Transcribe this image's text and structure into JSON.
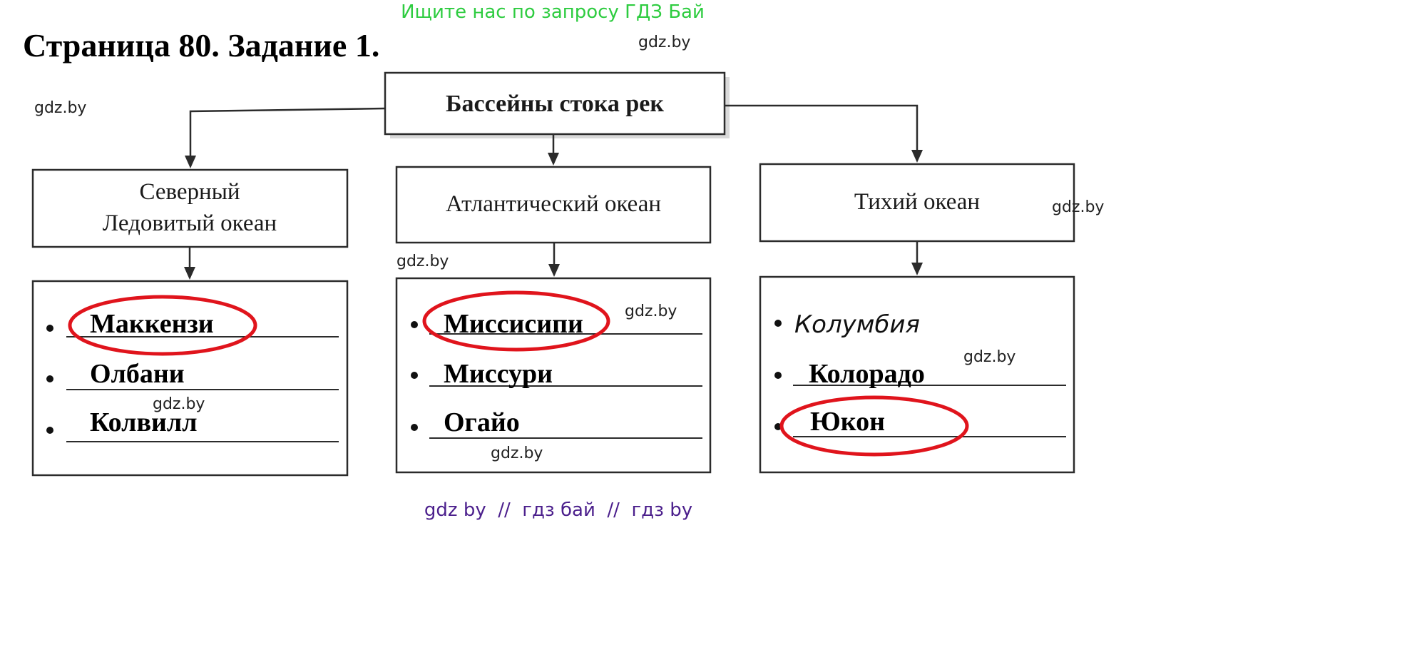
{
  "banner": "Ищите нас по запросу ГДЗ Бай",
  "title": "Страница 80. Задание 1.",
  "diagram": {
    "root": "Бассейны стока рек",
    "columns": [
      {
        "ocean_lines": [
          "Северный",
          "Ледовитый океан"
        ],
        "rivers": [
          {
            "name": "Маккензи",
            "circled": true
          },
          {
            "name": "Олбани",
            "circled": false
          },
          {
            "name": "Колвилл",
            "circled": false
          }
        ]
      },
      {
        "ocean_lines": [
          "Атлантический океан"
        ],
        "rivers": [
          {
            "name": "Миссисипи",
            "circled": true
          },
          {
            "name": "Миссури",
            "circled": false
          },
          {
            "name": "Огайо",
            "circled": false
          }
        ]
      },
      {
        "ocean_lines": [
          "Тихий океан"
        ],
        "rivers": [
          {
            "name": "Колумбия",
            "circled": false,
            "handwritten": true
          },
          {
            "name": "Колорадо",
            "circled": false
          },
          {
            "name": "Юкон",
            "circled": true
          }
        ]
      }
    ],
    "circle_color": "#e0141c"
  },
  "watermark": "gdz.by",
  "footer": "gdz by  //  гдз бай  //  гдз by",
  "colors": {
    "banner": "#2ecc40",
    "footer": "#4b1f8c"
  }
}
